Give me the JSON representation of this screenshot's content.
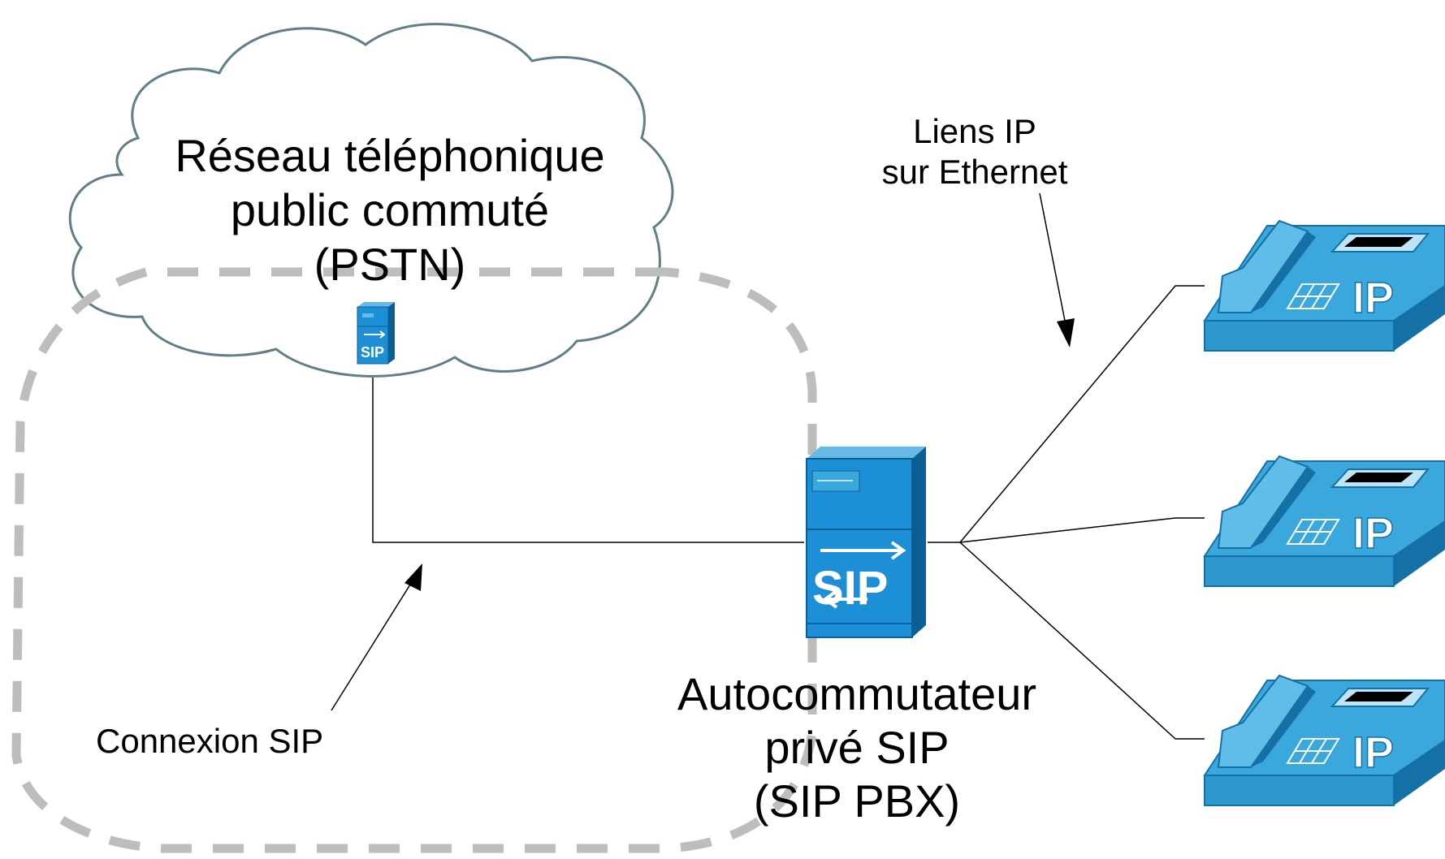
{
  "cloud": {
    "label_lines": [
      "Réseau téléphonique",
      "public commuté",
      "(PSTN)"
    ]
  },
  "sip_connection": {
    "label": "Connexion SIP"
  },
  "ip_links": {
    "label_lines": [
      "Liens IP",
      "sur Ethernet"
    ]
  },
  "pbx": {
    "icon_text": "SIP",
    "label_lines": [
      "Autocommutateur",
      "privé SIP",
      "(SIP PBX)"
    ]
  },
  "pstn_gateway": {
    "icon_text": "SIP"
  },
  "phones": [
    {
      "badge": "IP"
    },
    {
      "badge": "IP"
    },
    {
      "badge": "IP"
    }
  ],
  "colors": {
    "cloud_stroke": "#5f7f86",
    "dashed_boundary": "#bdbdbd",
    "server_blue": "#1c8fd6",
    "server_dark": "#0b5f93",
    "phone_blue": "#3aa8dc",
    "phone_dark": "#1570a6"
  }
}
